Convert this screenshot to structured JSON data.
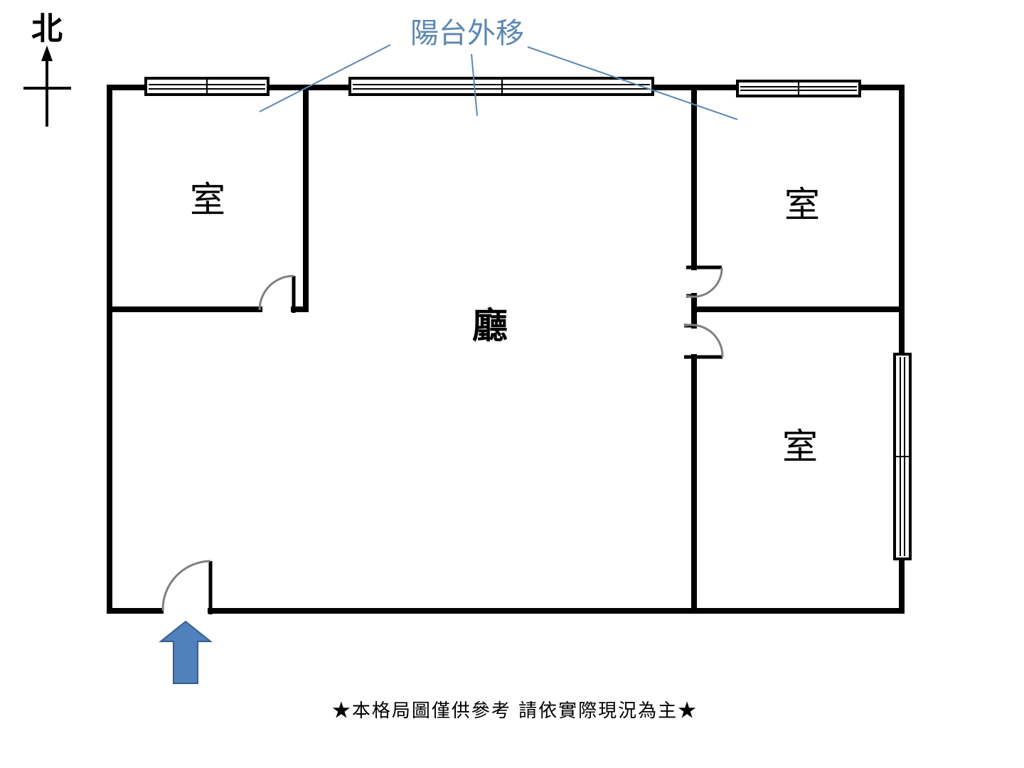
{
  "compass": {
    "label": "北"
  },
  "annotation": {
    "text": "陽台外移"
  },
  "rooms": {
    "bedroom_northwest": "室",
    "bedroom_northeast": "室",
    "bedroom_east": "室",
    "living_room": "廳"
  },
  "footer": {
    "disclaimer": "★本格局圖僅供參考 請依實際現況為主★"
  },
  "colors": {
    "wall": "#000000",
    "door_arc": "#808080",
    "annotation": "#5b87b3",
    "entrance_arrow_fill": "#4f81bd",
    "entrance_arrow_stroke": "#385d8a"
  },
  "icons": {
    "entrance": "entrance-arrow-icon",
    "north": "north-arrow-icon"
  }
}
